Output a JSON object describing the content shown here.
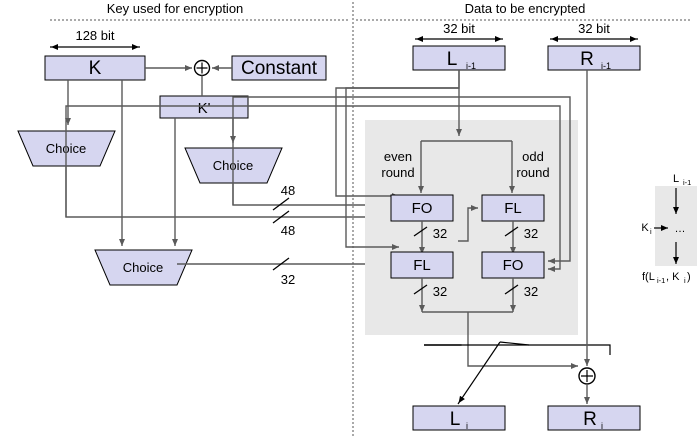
{
  "headers": {
    "left": "Key used for encryption",
    "right": "Data to be encrypted"
  },
  "key_side": {
    "width_label": "128 bit",
    "boxes": [
      {
        "name": "K",
        "label": "K"
      },
      {
        "name": "Constant",
        "label": "Constant"
      },
      {
        "name": "K-prime",
        "label": "K'"
      }
    ],
    "choices": [
      {
        "id": "choice-left",
        "label": "Choice"
      },
      {
        "id": "choice-right",
        "label": "Choice"
      },
      {
        "id": "choice-bottom",
        "label": "Choice"
      }
    ],
    "bus_labels": [
      "48",
      "48",
      "32"
    ],
    "xor_symbol": "+"
  },
  "data_side": {
    "width_labels": [
      "32 bit",
      "32 bit"
    ],
    "inputs": [
      {
        "base": "L",
        "subscript": "i-1"
      },
      {
        "base": "R",
        "subscript": "i-1"
      }
    ],
    "outputs": [
      {
        "base": "L",
        "subscript": "i"
      },
      {
        "base": "R",
        "subscript": "i"
      }
    ],
    "round_labels": {
      "even": [
        "even",
        "round"
      ],
      "odd": [
        "odd",
        "round"
      ]
    },
    "functions": [
      {
        "id": "fo-even",
        "label": "FO",
        "out_bits": "32"
      },
      {
        "id": "fl-odd",
        "label": "FL",
        "out_bits": "32"
      },
      {
        "id": "fl-even",
        "label": "FL",
        "out_bits": "32"
      },
      {
        "id": "fo-odd",
        "label": "FO",
        "out_bits": "32"
      }
    ],
    "xor_symbol": "+"
  },
  "legend": {
    "input": {
      "base": "L",
      "subscript": "i-1"
    },
    "key": {
      "base": "K",
      "subscript": "i"
    },
    "ellipsis": "…",
    "output_prefix": "f(L",
    "output_sub1": "i-1",
    "output_mid": ", K",
    "output_sub2": "i",
    "output_suffix": ")"
  },
  "colors": {
    "box_fill": "#d6d6f0",
    "panel_fill": "#e8e8e8",
    "wire": "#5a5a5a",
    "stroke": "#000000"
  }
}
